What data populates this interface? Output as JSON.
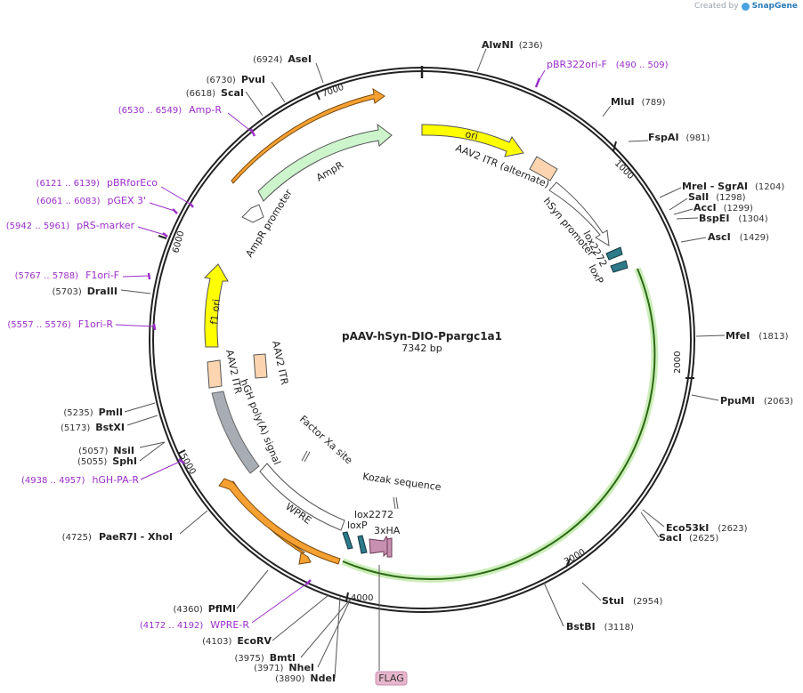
{
  "credit": {
    "prefix": "Created by",
    "brand": "SnapGene"
  },
  "plasmid": {
    "name": "pAAV-hSyn-DIO-Ppargc1a1",
    "length_label": "7342 bp",
    "length": 7342
  },
  "colors": {
    "backbone": "#222222",
    "primer": "#9b2fc9",
    "ori": "#ffff00",
    "ampr": "#ccf5cc",
    "itr": "#fcd5b0",
    "insert": "#9ad86a",
    "orange_cds": "#f5a030",
    "grey": "#a7adb3",
    "teal": "#2d7a8a",
    "pink": "#c890b0",
    "flag_tag": "#e8b6cc",
    "white": "#ffffff"
  },
  "ticks": [
    {
      "label": "1000",
      "pos": 1000
    },
    {
      "label": "2000",
      "pos": 2000
    },
    {
      "label": "3000",
      "pos": 3000
    },
    {
      "label": "4000",
      "pos": 4000
    },
    {
      "label": "5000",
      "pos": 5000
    },
    {
      "label": "6000",
      "pos": 6000
    },
    {
      "label": "7000",
      "pos": 7000
    }
  ],
  "sites": [
    {
      "name": "AlwNI",
      "num": "(236)"
    },
    {
      "name": "MluI",
      "num": "(789)"
    },
    {
      "name": "FspAI",
      "num": "(981)"
    },
    {
      "name": "MreI  - SgrAI",
      "num": "(1204)"
    },
    {
      "name": "SalI",
      "num": "(1298)"
    },
    {
      "name": "AccI",
      "num": "(1299)"
    },
    {
      "name": "BspEI",
      "num": "(1304)"
    },
    {
      "name": "AscI",
      "num": "(1429)"
    },
    {
      "name": "MfeI",
      "num": "(1813)"
    },
    {
      "name": "PpuMI",
      "num": "(2063)"
    },
    {
      "name": "Eco53kI",
      "num": "(2623)"
    },
    {
      "name": "SacI",
      "num": "(2625)"
    },
    {
      "name": "StuI",
      "num": "(2954)"
    },
    {
      "name": "BstBI",
      "num": "(3118)"
    },
    {
      "name": "NdeI",
      "num": "(3890)"
    },
    {
      "name": "NheI",
      "num": "(3971)"
    },
    {
      "name": "BmtI",
      "num": "(3975)"
    },
    {
      "name": "EcoRV",
      "num": "(4103)"
    },
    {
      "name": "PflMI",
      "num": "(4360)"
    },
    {
      "name": "PaeR7I  - XhoI",
      "num": "(4725)"
    },
    {
      "name": "SphI",
      "num": "(5055)"
    },
    {
      "name": "NsiI",
      "num": "(5057)"
    },
    {
      "name": "BstXI",
      "num": "(5173)"
    },
    {
      "name": "PmlI",
      "num": "(5235)"
    },
    {
      "name": "DraIII",
      "num": "(5703)"
    },
    {
      "name": "ScaI",
      "num": "(6618)"
    },
    {
      "name": "PvuI",
      "num": "(6730)"
    },
    {
      "name": "AseI",
      "num": "(6924)"
    }
  ],
  "primers": [
    {
      "name": "pBR322ori-F",
      "range": "(490 .. 509)"
    },
    {
      "name": "Amp-R",
      "range": "(6530 .. 6549)"
    },
    {
      "name": "pBRforEco",
      "range": "(6121 .. 6139)"
    },
    {
      "name": "pGEX 3'",
      "range": "(6061 .. 6083)"
    },
    {
      "name": "pRS-marker",
      "range": "(5942 .. 5961)"
    },
    {
      "name": "F1ori-F",
      "range": "(5767 .. 5788)"
    },
    {
      "name": "F1ori-R",
      "range": "(5557 .. 5576)"
    },
    {
      "name": "hGH-PA-R",
      "range": "(4938 .. 4957)"
    },
    {
      "name": "WPRE-R",
      "range": "(4172 .. 4192)"
    }
  ],
  "features": [
    {
      "name": "ori"
    },
    {
      "name": "AAV2 ITR (alternate)"
    },
    {
      "name": "hSyn promoter"
    },
    {
      "name": "lox2272"
    },
    {
      "name": "loxP"
    },
    {
      "name": "AmpR"
    },
    {
      "name": "AmpR promoter"
    },
    {
      "name": "f1 ori"
    },
    {
      "name": "AAV2 ITR"
    },
    {
      "name": "AAV2 ITR"
    },
    {
      "name": "hGH poly(A) signal"
    },
    {
      "name": "Factor Xa site"
    },
    {
      "name": "Kozak sequence"
    },
    {
      "name": "WPRE"
    },
    {
      "name": "lox2272"
    },
    {
      "name": "loxP"
    },
    {
      "name": "3xHA"
    },
    {
      "name": "FLAG"
    }
  ]
}
